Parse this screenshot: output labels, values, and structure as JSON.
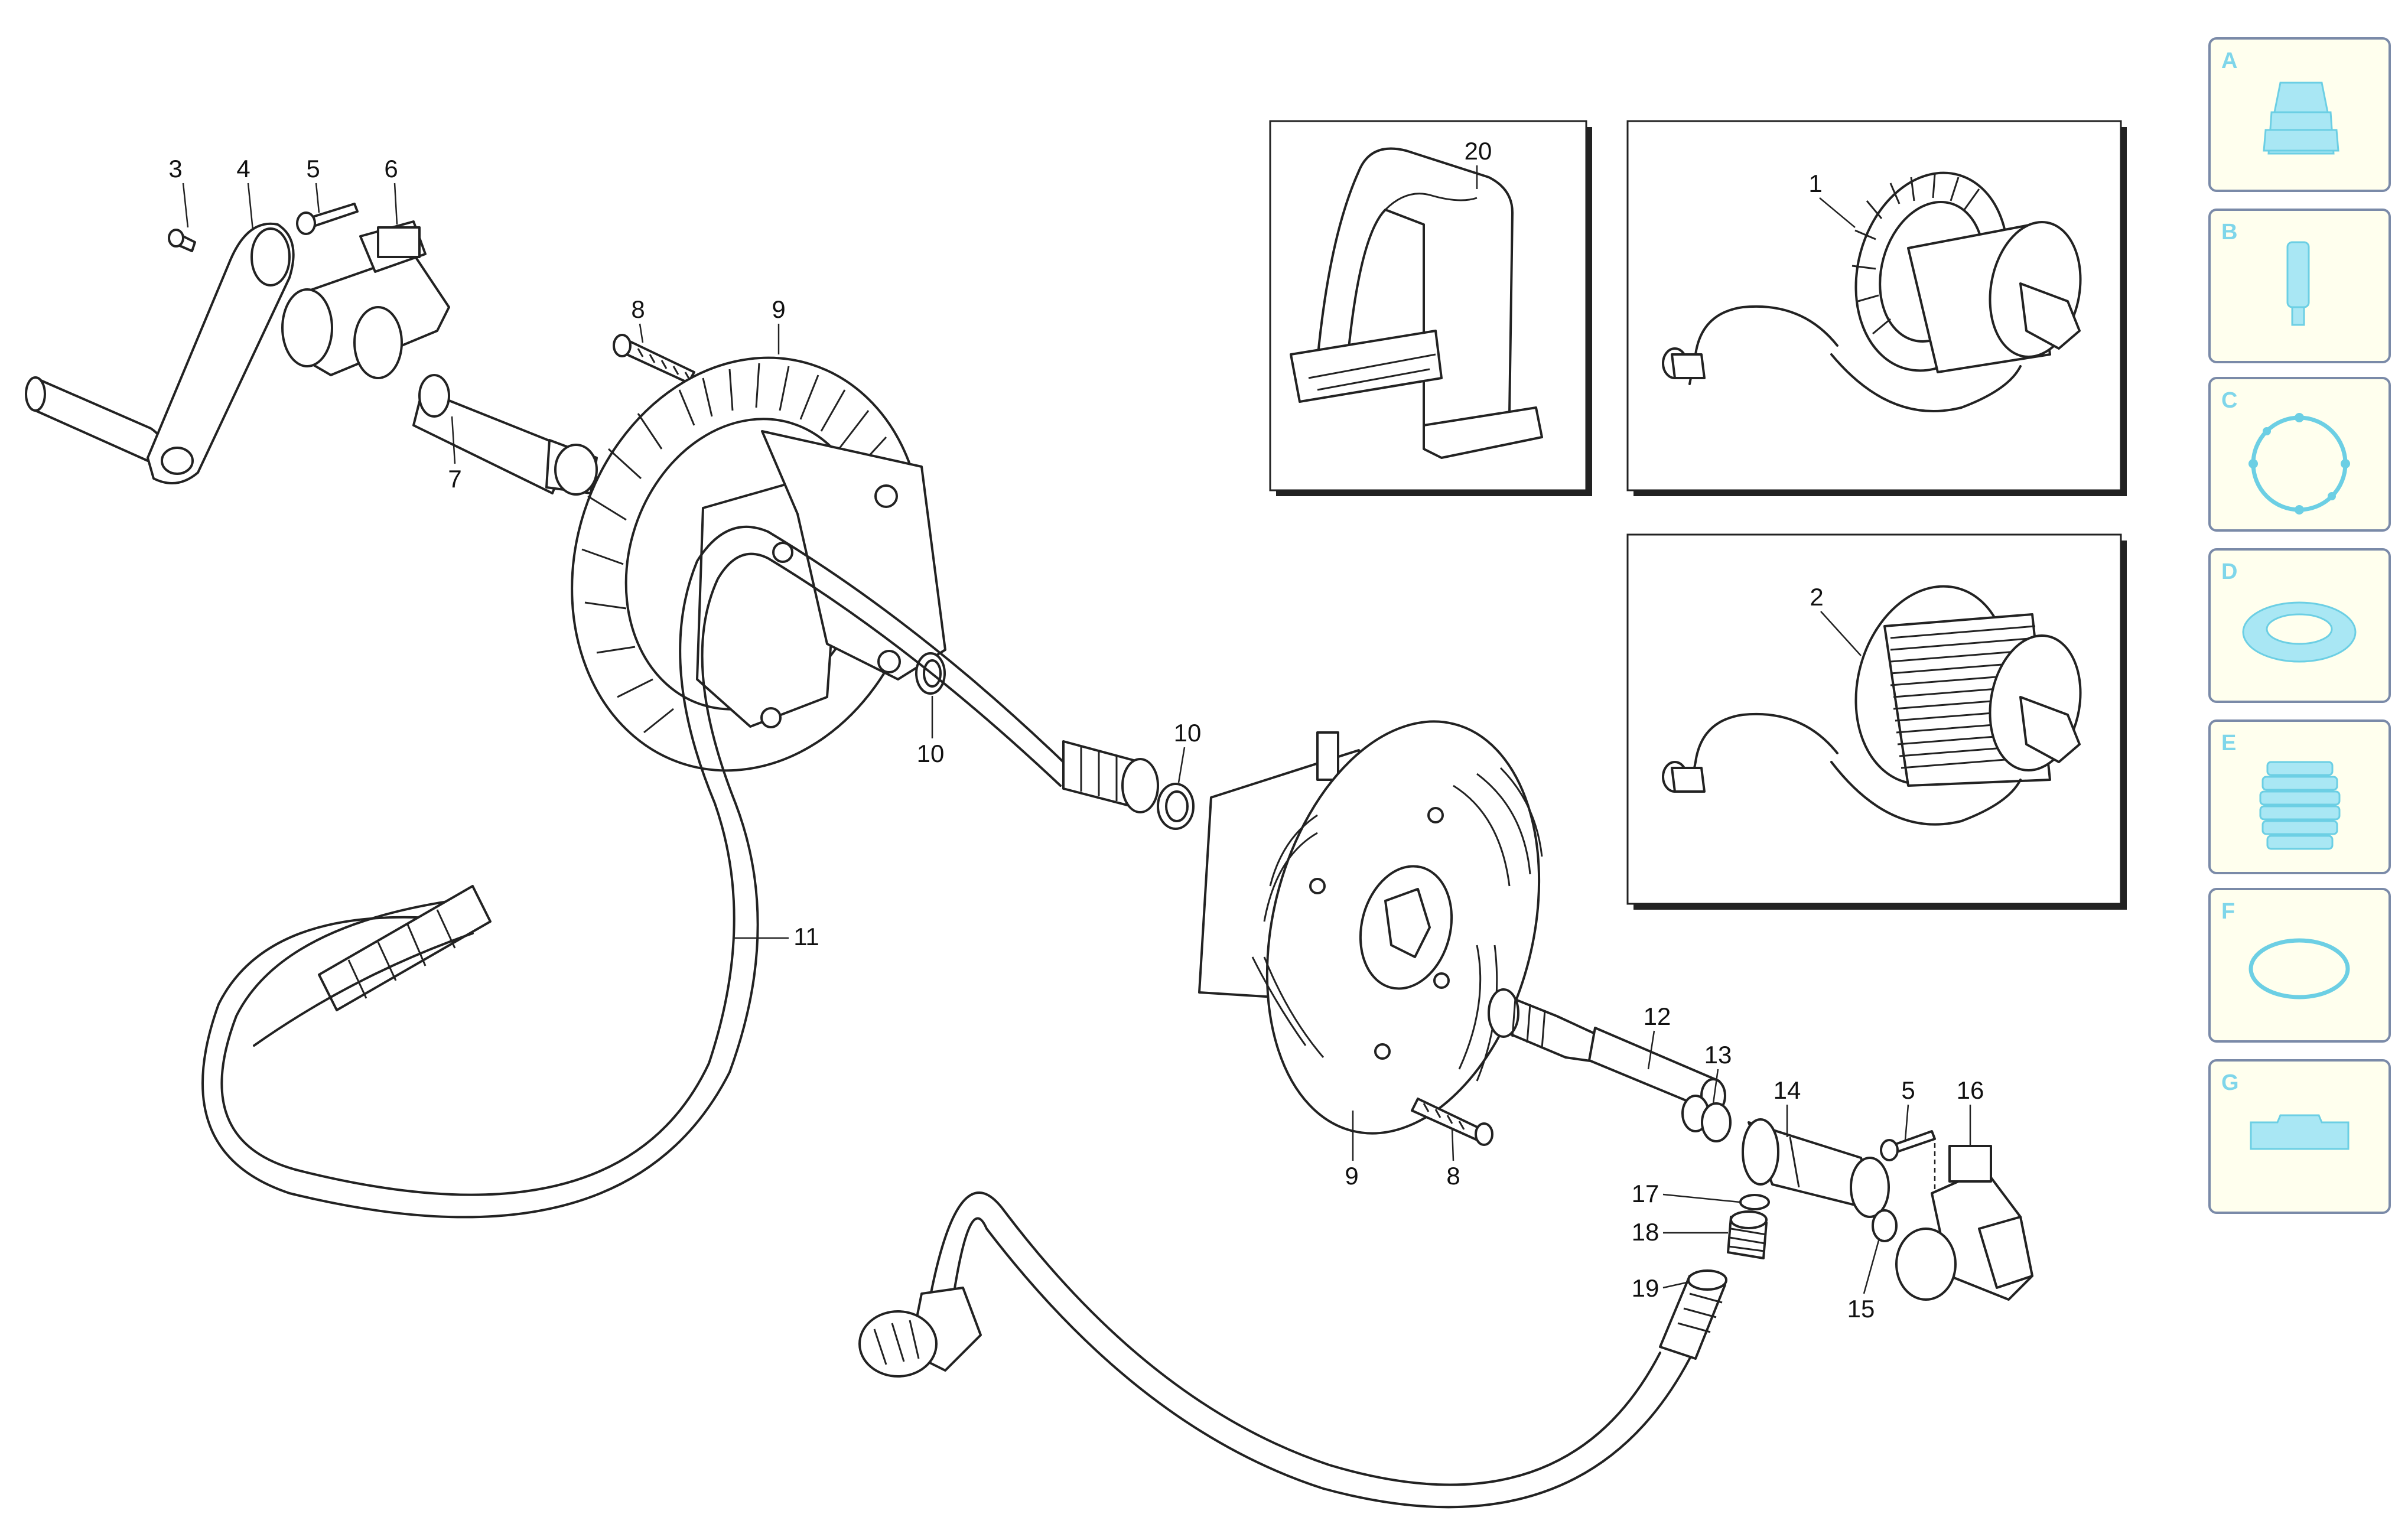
{
  "callouts": [
    "1",
    "2",
    "3",
    "4",
    "5",
    "6",
    "7",
    "8",
    "9",
    "10",
    "10",
    "11",
    "12",
    "13",
    "14",
    "5",
    "16",
    "17",
    "18",
    "19",
    "15",
    "9",
    "8",
    "20"
  ],
  "categories": [
    {
      "letter": "A",
      "icon": "fitting-cap-icon"
    },
    {
      "letter": "B",
      "icon": "pin-icon"
    },
    {
      "letter": "C",
      "icon": "flange-ring-icon"
    },
    {
      "letter": "D",
      "icon": "flat-washer-icon"
    },
    {
      "letter": "E",
      "icon": "bellows-sleeve-icon"
    },
    {
      "letter": "F",
      "icon": "o-ring-icon"
    },
    {
      "letter": "G",
      "icon": "clip-bar-icon"
    }
  ],
  "colors": {
    "category_border": "#7a8aa8",
    "category_fill": "#ffffee",
    "category_icon": "#a9e7f4",
    "line_art": "#222222"
  }
}
